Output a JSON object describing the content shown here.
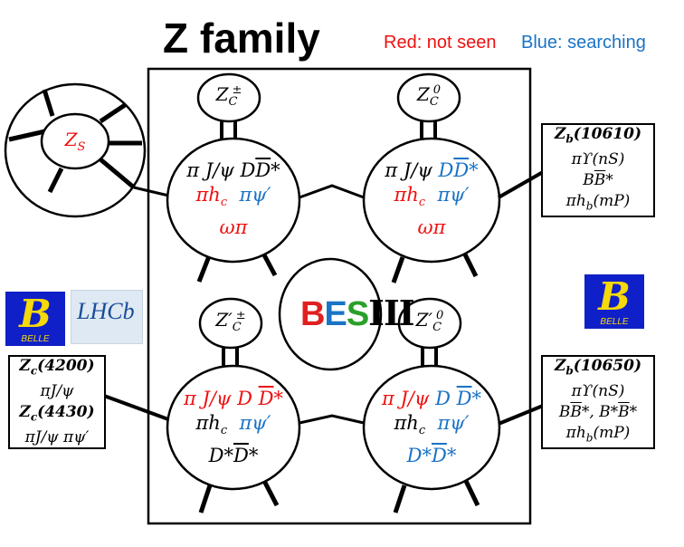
{
  "title": "Z family",
  "legend": {
    "red": "Red: not seen",
    "blue": "Blue: searching",
    "red_color": "#ee1111",
    "blue_color": "#1a73c6"
  },
  "zs_label": "Z_S",
  "panel": {
    "tl": {
      "label": "Z_C^±",
      "line1": "π J/ψ D D̄*",
      "line2a": "πh_c",
      "line2b": "πψ′",
      "line3": "ωπ"
    },
    "tr": {
      "label": "Z_C^0",
      "line1a": "π J/ψ ",
      "line1b": "DD̄*",
      "line2a": "πh_c",
      "line2b": "πψ′",
      "line3": "ωπ"
    },
    "bl": {
      "label": "Z′_C^±",
      "line1": "π J/ψ D D̄*",
      "line2a": "πh_c",
      "line2b": "πψ′",
      "line3": "D*D̄*"
    },
    "br": {
      "label": "Z′_C^0",
      "line1a": "π J/ψ ",
      "line1b": "D D̄*",
      "line2a": "πh_c",
      "line2b": "πψ′",
      "line3": "D*D̄*"
    }
  },
  "bes_logo": {
    "b": "B",
    "e": "E",
    "s": "S",
    "iii": "III"
  },
  "boxes": {
    "zb10610": {
      "title": "Z_b(10610)",
      "l1": "πϒ(nS)",
      "l2": "BB̄*",
      "l3": "πh_b(mP)"
    },
    "zb10650": {
      "title": "Z_b(10650)",
      "l1": "πϒ(nS)",
      "l2": "BB̄*, B*B̄*",
      "l3": "πh_b(mP)"
    },
    "zc": {
      "t1": "Z_c(4200)",
      "l1": "πJ/ψ",
      "t2": "Z_c(4430)",
      "l2": "πJ/ψ πψ′"
    }
  },
  "logos": {
    "belle_word": "BELLE",
    "belle_letter": "B",
    "lhcb": "LHCb"
  }
}
